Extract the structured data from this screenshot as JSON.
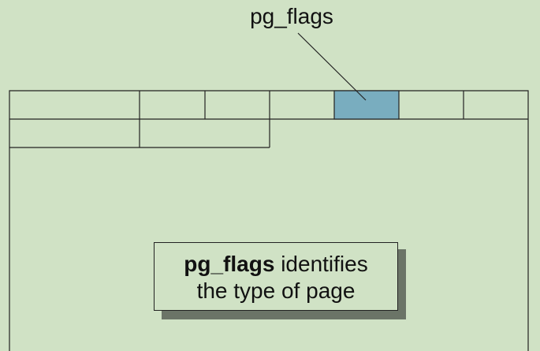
{
  "callout": {
    "label": "pg_flags"
  },
  "note": {
    "term": "pg_flags",
    "rest_line1": " identifies",
    "line2": "the type of page"
  },
  "colors": {
    "background": "#d0e2c5",
    "highlight_cell": "#79adbf",
    "lines": "#222222",
    "shadow": "#6b7467"
  }
}
